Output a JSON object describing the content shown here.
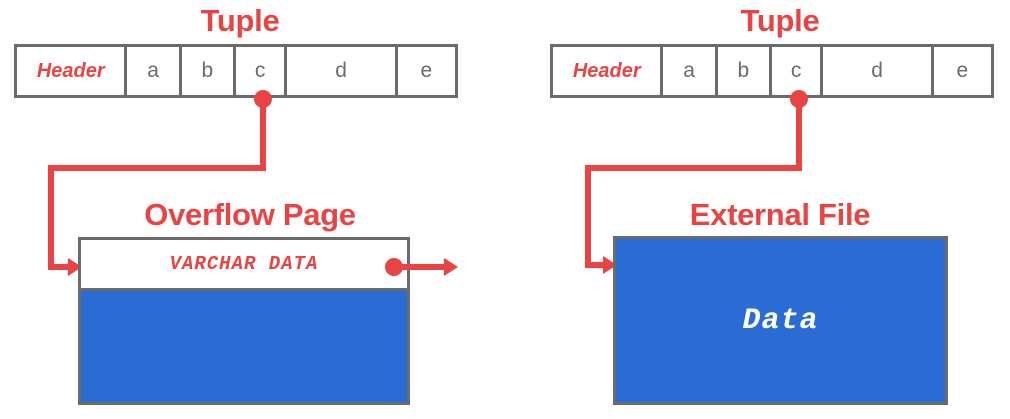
{
  "colors": {
    "accent_red": "#ea4343",
    "box_blue": "#2a6cd4",
    "border_gray": "#6b6b6b",
    "background": "#ffffff",
    "white_text": "#ffffff"
  },
  "left_panel": {
    "tuple_title": "Tuple",
    "tuple_cells": [
      {
        "label": "Header",
        "kind": "header"
      },
      {
        "label": "a",
        "kind": "attribute"
      },
      {
        "label": "b",
        "kind": "attribute"
      },
      {
        "label": "c",
        "kind": "attribute"
      },
      {
        "label": "d",
        "kind": "attribute"
      },
      {
        "label": "e",
        "kind": "attribute"
      }
    ],
    "storage_title": "Overflow Page",
    "slot_label": "VARCHAR DATA",
    "pointer_source_cell": "c",
    "has_chained_exit_arrow": true
  },
  "right_panel": {
    "tuple_title": "Tuple",
    "tuple_cells": [
      {
        "label": "Header",
        "kind": "header"
      },
      {
        "label": "a",
        "kind": "attribute"
      },
      {
        "label": "b",
        "kind": "attribute"
      },
      {
        "label": "c",
        "kind": "attribute"
      },
      {
        "label": "d",
        "kind": "attribute"
      },
      {
        "label": "e",
        "kind": "attribute"
      }
    ],
    "storage_title": "External File",
    "body_label": "Data",
    "pointer_source_cell": "c",
    "has_chained_exit_arrow": false
  }
}
